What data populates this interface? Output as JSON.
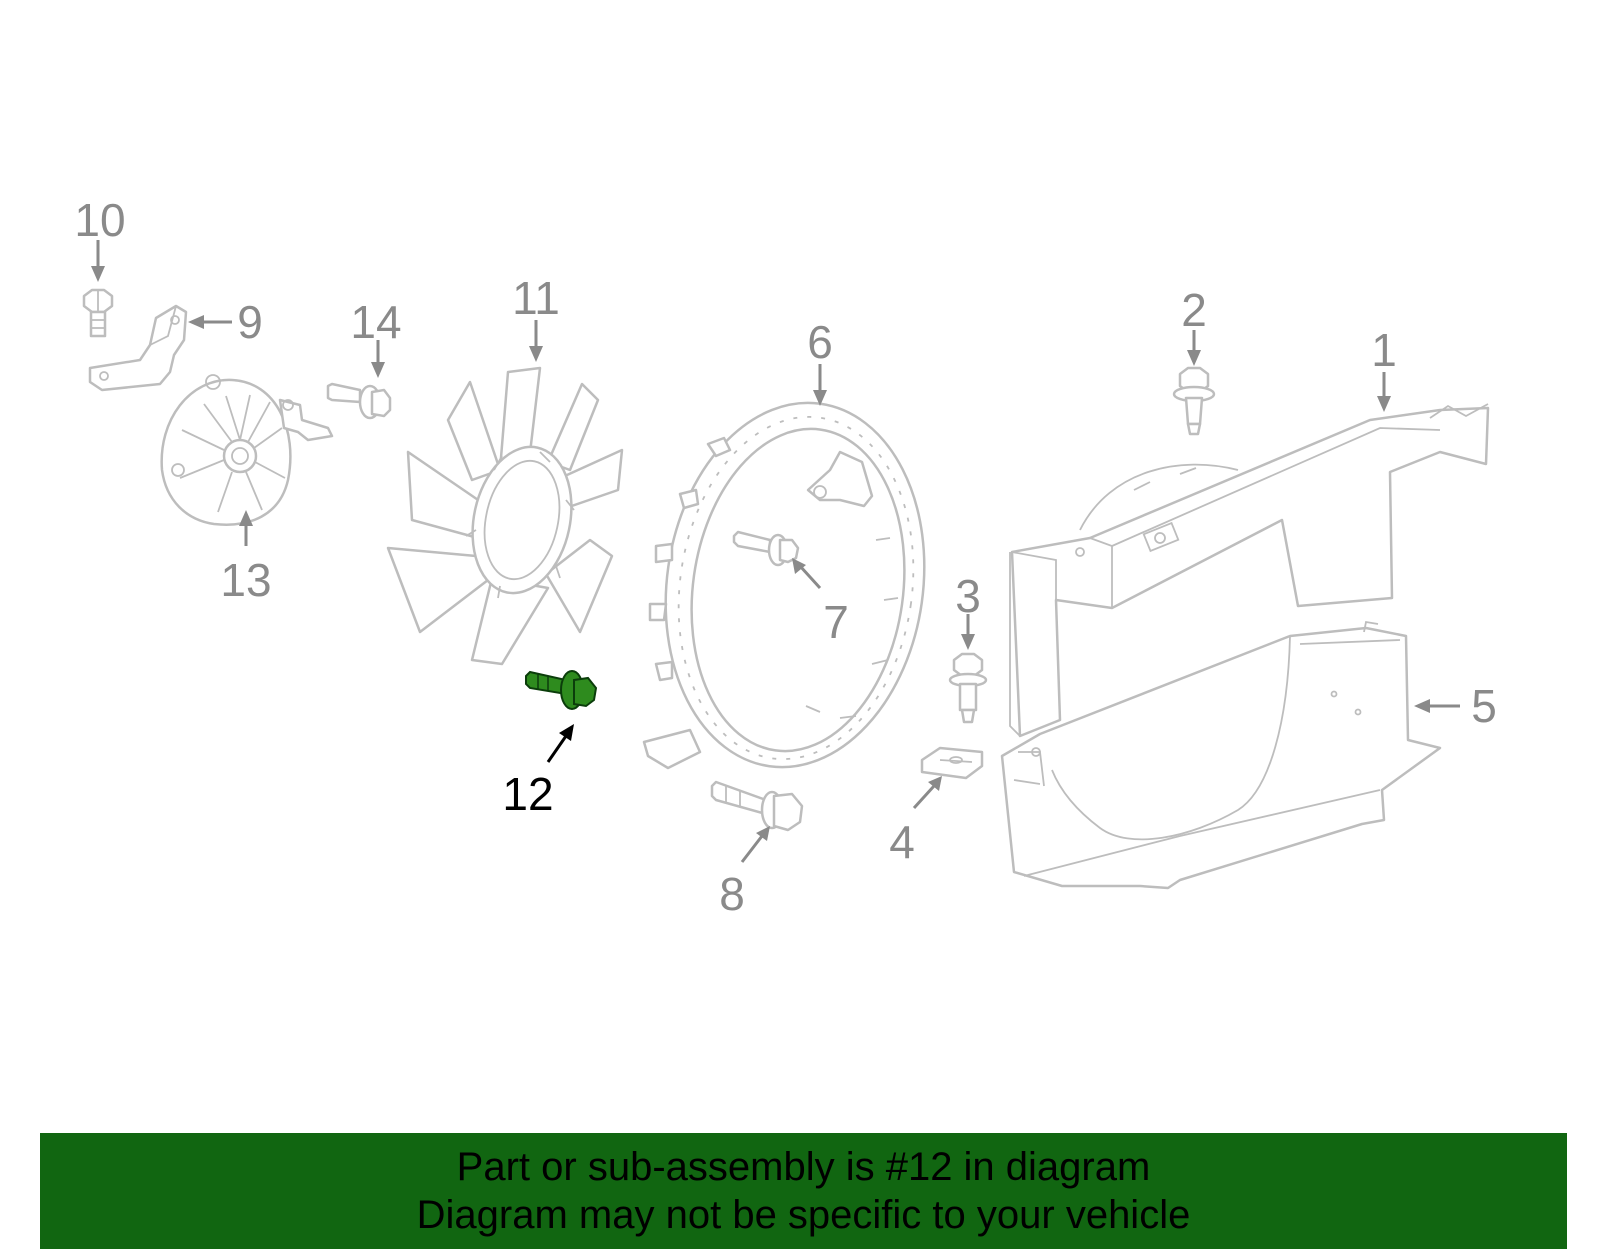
{
  "callouts": [
    {
      "label": "1",
      "highlighted": false
    },
    {
      "label": "2",
      "highlighted": false
    },
    {
      "label": "3",
      "highlighted": false
    },
    {
      "label": "4",
      "highlighted": false
    },
    {
      "label": "5",
      "highlighted": false
    },
    {
      "label": "6",
      "highlighted": false
    },
    {
      "label": "7",
      "highlighted": false
    },
    {
      "label": "8",
      "highlighted": false
    },
    {
      "label": "9",
      "highlighted": false
    },
    {
      "label": "10",
      "highlighted": false
    },
    {
      "label": "11",
      "highlighted": false
    },
    {
      "label": "12",
      "highlighted": true
    },
    {
      "label": "13",
      "highlighted": false
    },
    {
      "label": "14",
      "highlighted": false
    }
  ],
  "colors": {
    "line_art": "#bdbdbd",
    "callout_gray": "#8a8a8a",
    "highlight_part": "#2e8b1e",
    "highlight_label": "#000000",
    "banner_bg": "#116611",
    "banner_text": "#000000"
  },
  "banner": {
    "line1": "Part or sub-assembly is #12 in diagram",
    "line2": "Diagram may not be specific to your vehicle"
  }
}
